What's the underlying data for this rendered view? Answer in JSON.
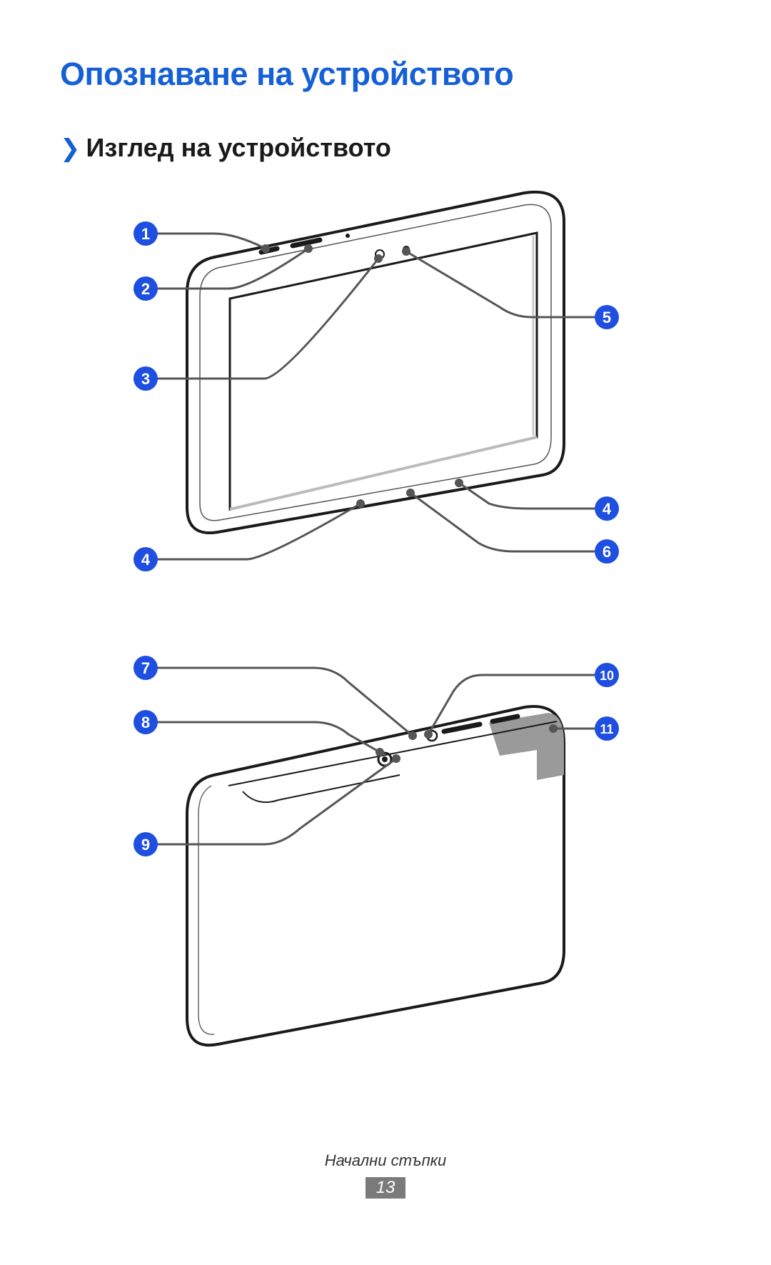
{
  "page": {
    "title": "Опознаване на устройството",
    "section_icon": "chevron-right-icon",
    "section_title": "Изглед на устройството",
    "footer_label": "Начални стъпки",
    "page_number": "13"
  },
  "colors": {
    "accent": "#1560d6",
    "callout": "#1f4fe0"
  },
  "callouts": {
    "c1": "1",
    "c2": "2",
    "c3": "3",
    "c4a": "4",
    "c4b": "4",
    "c5": "5",
    "c6": "6",
    "c7": "7",
    "c8": "8",
    "c9": "9",
    "c10": "10",
    "c11": "11"
  }
}
